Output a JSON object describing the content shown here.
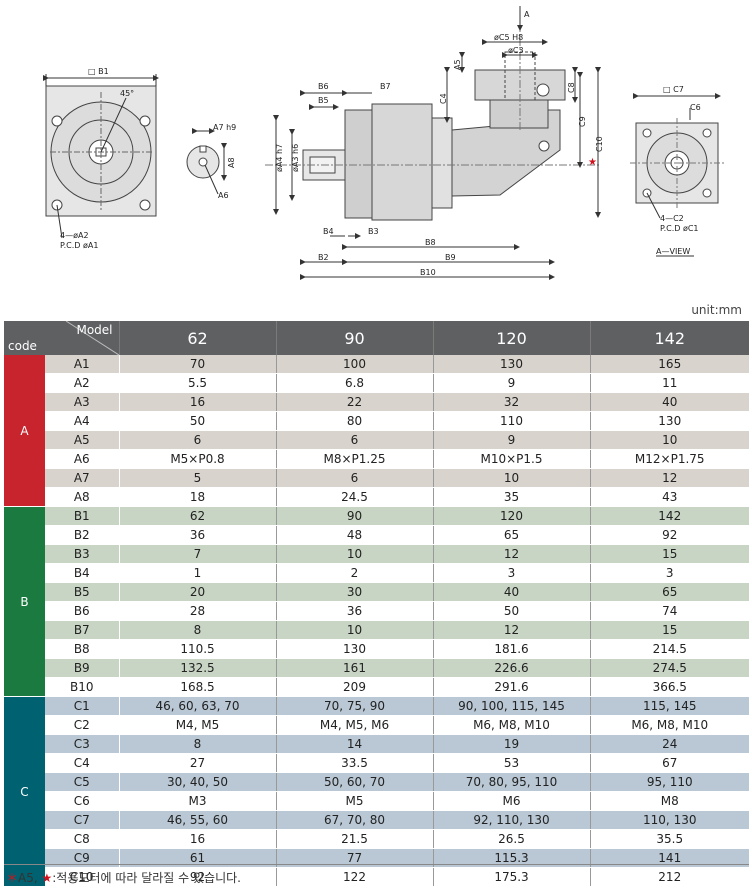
{
  "unit_label": "unit:mm",
  "table": {
    "header_model": "Model",
    "header_code": "code",
    "models": [
      "62",
      "90",
      "120",
      "142"
    ],
    "groups": [
      {
        "label": "A",
        "rows": [
          {
            "code": "A1",
            "values": [
              "70",
              "100",
              "130",
              "165"
            ]
          },
          {
            "code": "A2",
            "values": [
              "5.5",
              "6.8",
              "9",
              "11"
            ]
          },
          {
            "code": "A3",
            "values": [
              "16",
              "22",
              "32",
              "40"
            ]
          },
          {
            "code": "A4",
            "values": [
              "50",
              "80",
              "110",
              "130"
            ]
          },
          {
            "code": "A5",
            "values": [
              "6",
              "6",
              "9",
              "10"
            ]
          },
          {
            "code": "A6",
            "values": [
              "M5×P0.8",
              "M8×P1.25",
              "M10×P1.5",
              "M12×P1.75"
            ]
          },
          {
            "code": "A7",
            "values": [
              "5",
              "6",
              "10",
              "12"
            ]
          },
          {
            "code": "A8",
            "values": [
              "18",
              "24.5",
              "35",
              "43"
            ]
          }
        ]
      },
      {
        "label": "B",
        "rows": [
          {
            "code": "B1",
            "values": [
              "62",
              "90",
              "120",
              "142"
            ]
          },
          {
            "code": "B2",
            "values": [
              "36",
              "48",
              "65",
              "92"
            ]
          },
          {
            "code": "B3",
            "values": [
              "7",
              "10",
              "12",
              "15"
            ]
          },
          {
            "code": "B4",
            "values": [
              "1",
              "2",
              "3",
              "3"
            ]
          },
          {
            "code": "B5",
            "values": [
              "20",
              "30",
              "40",
              "65"
            ]
          },
          {
            "code": "B6",
            "values": [
              "28",
              "36",
              "50",
              "74"
            ]
          },
          {
            "code": "B7",
            "values": [
              "8",
              "10",
              "12",
              "15"
            ]
          },
          {
            "code": "B8",
            "values": [
              "110.5",
              "130",
              "181.6",
              "214.5"
            ]
          },
          {
            "code": "B9",
            "values": [
              "132.5",
              "161",
              "226.6",
              "274.5"
            ]
          },
          {
            "code": "B10",
            "values": [
              "168.5",
              "209",
              "291.6",
              "366.5"
            ]
          }
        ]
      },
      {
        "label": "C",
        "rows": [
          {
            "code": "C1",
            "values": [
              "46, 60, 63, 70",
              "70, 75, 90",
              "90, 100, 115, 145",
              "115, 145"
            ]
          },
          {
            "code": "C2",
            "values": [
              "M4, M5",
              "M4, M5, M6",
              "M6, M8, M10",
              "M6, M8, M10"
            ]
          },
          {
            "code": "C3",
            "values": [
              "8",
              "14",
              "19",
              "24"
            ]
          },
          {
            "code": "C4",
            "values": [
              "27",
              "33.5",
              "53",
              "67"
            ]
          },
          {
            "code": "C5",
            "values": [
              "30, 40, 50",
              "50, 60, 70",
              "70, 80, 95, 110",
              "95, 110"
            ]
          },
          {
            "code": "C6",
            "values": [
              "M3",
              "M5",
              "M6",
              "M8"
            ]
          },
          {
            "code": "C7",
            "values": [
              "46, 55, 60",
              "67, 70, 80",
              "92, 110, 130",
              "110, 130"
            ]
          },
          {
            "code": "C8",
            "values": [
              "16",
              "21.5",
              "26.5",
              "35.5"
            ]
          },
          {
            "code": "C9",
            "values": [
              "61",
              "77",
              "115.3",
              "141"
            ]
          },
          {
            "code": "C10",
            "values": [
              "92",
              "122",
              "175.3",
              "212"
            ]
          }
        ]
      }
    ]
  },
  "footnote": {
    "prefix_star": "＊",
    "text_a5": "A5, ",
    "red_star": "★",
    "text_rest": ":적용모터에 따라 달라질 수 있습니다."
  },
  "drawing_labels": {
    "b1": "□ B1",
    "deg45": "45°",
    "holes_a2": "4—øA2",
    "pcd_a1": "P.C.D  øA1",
    "a7": "A7  h9",
    "a8": "A8",
    "a6": "A6",
    "b6": "B6",
    "b5": "B5",
    "b7": "B7",
    "a4": "øA4  h7",
    "a3": "øA3  h6",
    "b4": "B4",
    "b3": "B3",
    "b8": "B8",
    "b2": "B2",
    "b9": "B9",
    "b10": "B10",
    "arrow_a": "A",
    "c5": "øC5  H8",
    "c3": "øC3",
    "a5": "A5",
    "c4": "C4",
    "c8": "C8",
    "c9": "C9",
    "c10": "C10",
    "c10_star": "★",
    "c7": "□ C7",
    "c6": "C6",
    "holes_c2": "4—C2",
    "pcd_c1": "P.C.D  øC1",
    "a_view": "A—VIEW"
  },
  "colors": {
    "group_a": "#c8242e",
    "group_b": "#1a7a40",
    "group_c": "#006270",
    "header": "#5f6062",
    "star": "#d0121c"
  }
}
